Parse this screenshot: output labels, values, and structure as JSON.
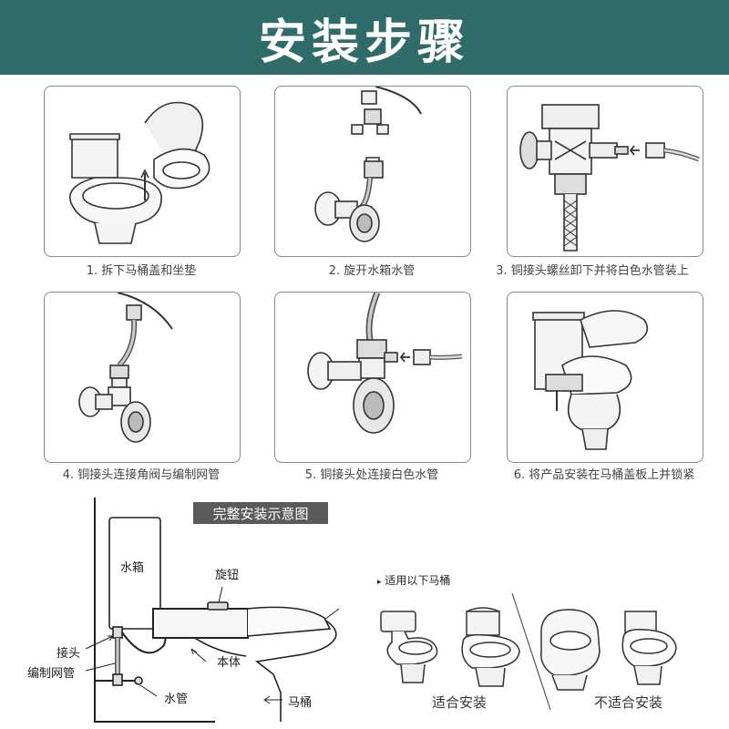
{
  "header": {
    "title": "安装步骤"
  },
  "steps": [
    {
      "label": "1. 拆下马桶盖和坐垫"
    },
    {
      "label": "2. 旋开水箱水管"
    },
    {
      "label": "3. 铜接头螺丝卸下并将白色水管装上"
    },
    {
      "label": "4. 铜接头连接角阀与编制网管"
    },
    {
      "label": "5. 铜接头处连接白色水管"
    },
    {
      "label": "6. 将产品安装在马桶盖板上并锁紧"
    }
  ],
  "diagram": {
    "title": "完整安装示意图",
    "labels": {
      "tank": "水箱",
      "knob": "旋钮",
      "body": "本体",
      "connector": "接头",
      "braided_hose": "编制网管",
      "water_pipe": "水管",
      "toilet": "马桶"
    }
  },
  "compat": {
    "heading": "适用以下马桶",
    "suitable": "适合安装",
    "unsuitable": "不适合安装"
  }
}
